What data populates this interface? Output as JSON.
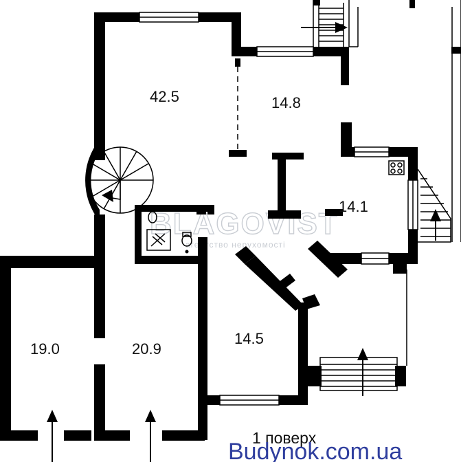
{
  "plan": {
    "floor_label": "1 поверх",
    "rooms": [
      {
        "name": "room-area-42-5",
        "label": "42.5"
      },
      {
        "name": "room-area-14-8",
        "label": "14.8"
      },
      {
        "name": "room-area-14-1",
        "label": "14.1"
      },
      {
        "name": "room-area-14-5",
        "label": "14.5"
      },
      {
        "name": "room-area-19-0",
        "label": "19.0"
      },
      {
        "name": "room-area-20-9",
        "label": "20.9"
      }
    ]
  },
  "watermark": {
    "brand": "BLAGOVIST",
    "tagline": "агентство нерухомості"
  },
  "footer": {
    "site": "Budynok.com.ua",
    "site_color": "#2f3e9e"
  }
}
